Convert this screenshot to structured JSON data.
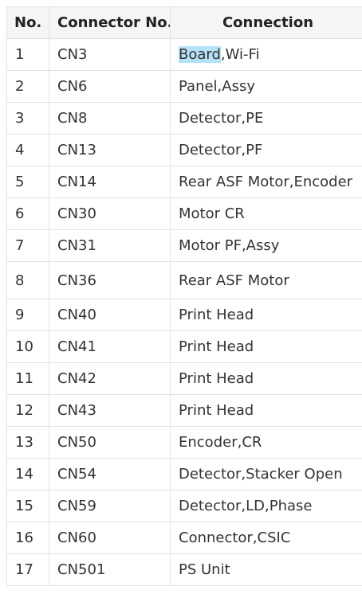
{
  "table": {
    "headers": [
      "No.",
      "Connector No.",
      "Connection"
    ],
    "rows": [
      {
        "no": "1",
        "connector": "CN3",
        "connection_highlight": "Board",
        "connection": ",Wi-Fi"
      },
      {
        "no": "2",
        "connector": "CN6",
        "connection": "Panel,Assy"
      },
      {
        "no": "3",
        "connector": "CN8",
        "connection": "Detector,PE"
      },
      {
        "no": "4",
        "connector": "CN13",
        "connection": "Detector,PF"
      },
      {
        "no": "5",
        "connector": "CN14",
        "connection": "Rear ASF Motor,Encoder"
      },
      {
        "no": "6",
        "connector": "CN30",
        "connection": "Motor CR"
      },
      {
        "no": "7",
        "connector": "CN31",
        "connection": "Motor PF,Assy"
      },
      {
        "no": "8",
        "connector": "CN36",
        "connection": "Rear ASF Motor"
      },
      {
        "no": "9",
        "connector": "CN40",
        "connection": "Print Head"
      },
      {
        "no": "10",
        "connector": "CN41",
        "connection": "Print Head"
      },
      {
        "no": "11",
        "connector": "CN42",
        "connection": "Print Head"
      },
      {
        "no": "12",
        "connector": "CN43",
        "connection": "Print Head"
      },
      {
        "no": "13",
        "connector": "CN50",
        "connection": "Encoder,CR"
      },
      {
        "no": "14",
        "connector": "CN54",
        "connection": "Detector,Stacker Open"
      },
      {
        "no": "15",
        "connector": "CN59",
        "connection": "Detector,LD,Phase"
      },
      {
        "no": "16",
        "connector": "CN60",
        "connection": "Connector,CSIC"
      },
      {
        "no": "17",
        "connector": "CN501",
        "connection": "PS Unit"
      }
    ]
  },
  "colors": {
    "header_bg": "#f4f5f6",
    "border": "#dfe2e5",
    "highlight": "#b6e2f7"
  }
}
